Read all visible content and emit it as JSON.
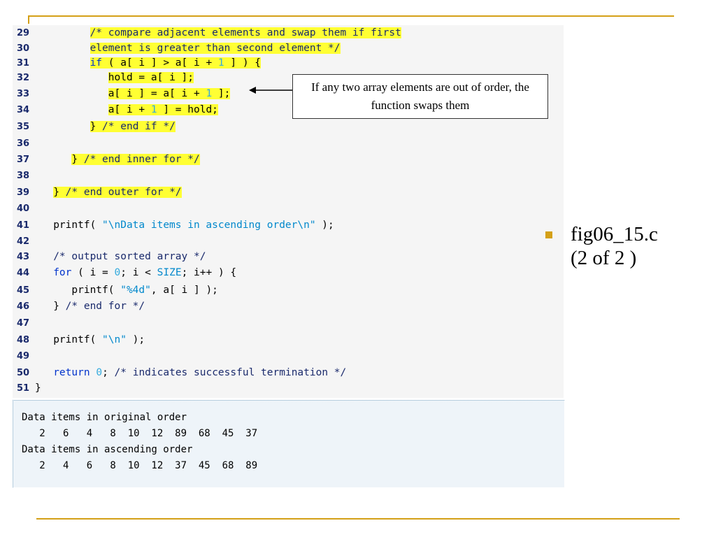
{
  "code_lines": [
    {
      "ln": "29",
      "tokens": [
        {
          "t": "         "
        },
        {
          "t": "/* compare adjacent elements and swap them if first",
          "c": "cmt",
          "hl": true
        }
      ]
    },
    {
      "ln": "30",
      "tokens": [
        {
          "t": "         "
        },
        {
          "t": "element is greater than second element */",
          "c": "cmt",
          "hl": true
        }
      ]
    },
    {
      "ln": "31",
      "tokens": [
        {
          "t": "         "
        },
        {
          "t": "if",
          "c": "kw",
          "hl": true
        },
        {
          "t": " ( a[ i ] > a[ i + ",
          "hl": true
        },
        {
          "t": "1",
          "c": "num",
          "hl": true
        },
        {
          "t": " ] ) {",
          "hl": true
        }
      ]
    },
    {
      "ln": "32",
      "tokens": [
        {
          "t": "            "
        },
        {
          "t": "hold = a[ i ];",
          "hl": true
        }
      ]
    },
    {
      "ln": "33",
      "tokens": [
        {
          "t": "            "
        },
        {
          "t": "a[ i ] = a[ i + ",
          "hl": true
        },
        {
          "t": "1",
          "c": "num",
          "hl": true
        },
        {
          "t": " ];",
          "hl": true
        }
      ]
    },
    {
      "ln": "34",
      "tokens": [
        {
          "t": "            "
        },
        {
          "t": "a[ i + ",
          "hl": true
        },
        {
          "t": "1",
          "c": "num",
          "hl": true
        },
        {
          "t": " ] = hold;",
          "hl": true
        }
      ]
    },
    {
      "ln": "35",
      "tokens": [
        {
          "t": "         "
        },
        {
          "t": "} ",
          "hl": true
        },
        {
          "t": "/* end if */",
          "c": "cmt",
          "hl": true
        }
      ]
    },
    {
      "ln": "36",
      "tokens": []
    },
    {
      "ln": "37",
      "tokens": [
        {
          "t": "      "
        },
        {
          "t": "} ",
          "hl": true
        },
        {
          "t": "/* end inner for */",
          "c": "cmt",
          "hl": true
        }
      ]
    },
    {
      "ln": "38",
      "tokens": []
    },
    {
      "ln": "39",
      "tokens": [
        {
          "t": "   "
        },
        {
          "t": "} ",
          "hl": true
        },
        {
          "t": "/* end outer for */",
          "c": "cmt",
          "hl": true
        }
      ]
    },
    {
      "ln": "40",
      "tokens": []
    },
    {
      "ln": "41",
      "tokens": [
        {
          "t": "   printf( "
        },
        {
          "t": "\"\\nData items in ascending order\\n\"",
          "c": "str"
        },
        {
          "t": " );"
        }
      ]
    },
    {
      "ln": "42",
      "tokens": []
    },
    {
      "ln": "43",
      "tokens": [
        {
          "t": "   "
        },
        {
          "t": "/* output sorted array */",
          "c": "cmt"
        }
      ]
    },
    {
      "ln": "44",
      "tokens": [
        {
          "t": "   "
        },
        {
          "t": "for",
          "c": "kw"
        },
        {
          "t": " ( i = "
        },
        {
          "t": "0",
          "c": "num"
        },
        {
          "t": "; i < "
        },
        {
          "t": "SIZE",
          "c": "str"
        },
        {
          "t": "; i++ ) {"
        }
      ]
    },
    {
      "ln": "45",
      "tokens": [
        {
          "t": "      printf( "
        },
        {
          "t": "\"%4d\"",
          "c": "str"
        },
        {
          "t": ", a[ i ] );"
        }
      ]
    },
    {
      "ln": "46",
      "tokens": [
        {
          "t": "   } "
        },
        {
          "t": "/* end for */",
          "c": "cmt"
        }
      ]
    },
    {
      "ln": "47",
      "tokens": []
    },
    {
      "ln": "48",
      "tokens": [
        {
          "t": "   printf( "
        },
        {
          "t": "\"\\n\"",
          "c": "str"
        },
        {
          "t": " );"
        }
      ]
    },
    {
      "ln": "49",
      "tokens": []
    },
    {
      "ln": "50",
      "tokens": [
        {
          "t": "   "
        },
        {
          "t": "return",
          "c": "kw"
        },
        {
          "t": " "
        },
        {
          "t": "0",
          "c": "num"
        },
        {
          "t": "; "
        },
        {
          "t": "/* indicates successful termination */",
          "c": "cmt"
        }
      ]
    },
    {
      "ln": "51",
      "tokens": [
        {
          "t": "}"
        }
      ]
    }
  ],
  "output_lines": [
    "Data items in original order",
    "   2   6   4   8  10  12  89  68  45  37",
    "Data items in ascending order",
    "   2   4   6   8  10  12  37  45  68  89"
  ],
  "callout": {
    "text": "If any two array elements are out of order, the function swaps them"
  },
  "side_note": {
    "line1": "fig06_15.c",
    "line2": "(2 of 2 )"
  },
  "colors": {
    "accent_rule": "#d4a017",
    "highlight": "#ffff33",
    "comment": "#1a2a6c",
    "keyword": "#0033cc",
    "string": "#0088cc"
  }
}
